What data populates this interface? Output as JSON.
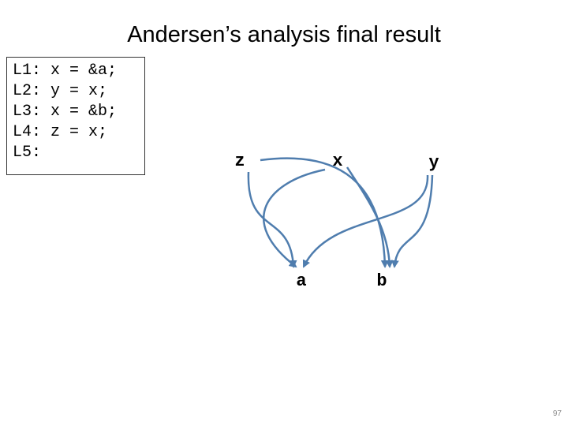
{
  "title": "Andersen’s analysis final result",
  "code_lines": [
    "L1: x = &a;",
    "L2: y = x;",
    "L3: x = &b;",
    "L4: z = x;",
    "L5:"
  ],
  "graph": {
    "nodes": {
      "z": "z",
      "x": "x",
      "y": "y",
      "a": "a",
      "b": "b"
    },
    "edges": [
      {
        "from": "x",
        "to": "a"
      },
      {
        "from": "x",
        "to": "b"
      },
      {
        "from": "y",
        "to": "a"
      },
      {
        "from": "y",
        "to": "b"
      },
      {
        "from": "z",
        "to": "a"
      },
      {
        "from": "z",
        "to": "b"
      }
    ],
    "edge_color": "#4F7DAE"
  },
  "page_number": "97"
}
